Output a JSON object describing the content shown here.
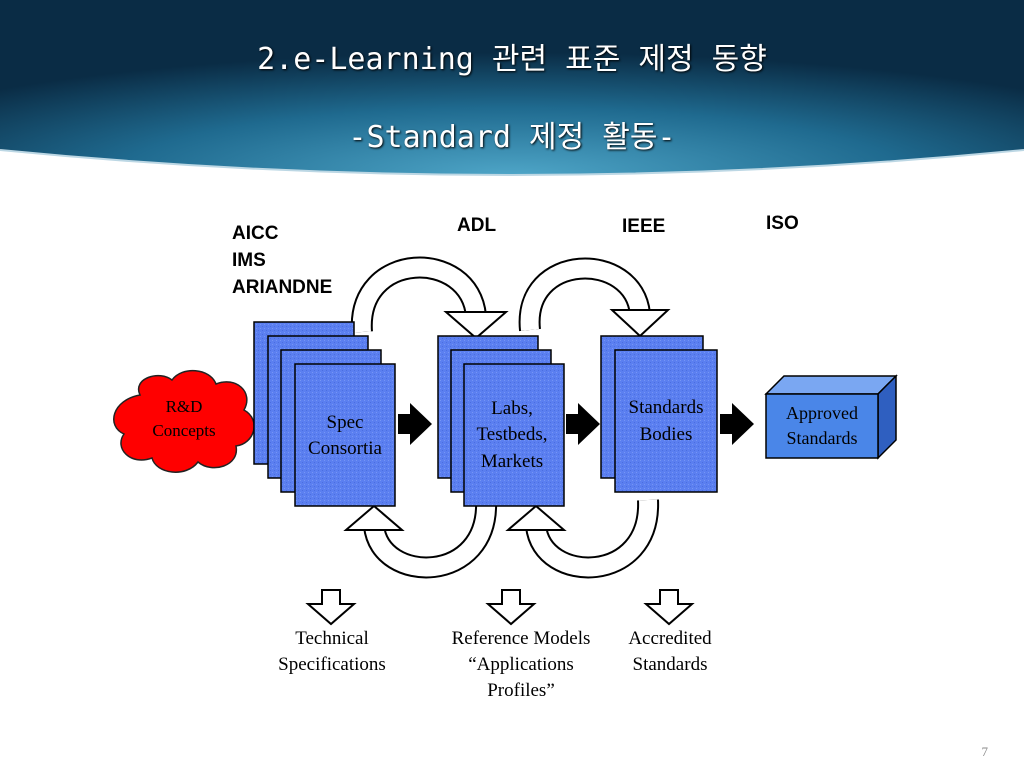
{
  "slide": {
    "title_line1": "2.e-Learning 관련 표준 제정 동향",
    "title_line2": "-Standard 제정 활동-",
    "page_number": "7"
  },
  "organizations": {
    "left_group": [
      "AICC",
      "IMS",
      "ARIANDNE"
    ],
    "adl": "ADL",
    "ieee": "IEEE",
    "iso": "ISO"
  },
  "diagram": {
    "cloud_label": [
      "R&D",
      "Concepts"
    ],
    "stack1_label": [
      "Spec",
      "Consortia"
    ],
    "stack2_label": [
      "Labs,",
      "Testbeds,",
      "Markets"
    ],
    "stack3_label": [
      "Standards",
      "Bodies"
    ],
    "box_label": [
      "Approved",
      "Standards"
    ]
  },
  "outputs": {
    "technical": [
      "Technical",
      "Specifications"
    ],
    "reference": [
      "Reference Models",
      "“Applications",
      "Profiles”"
    ],
    "accredited": [
      "Accredited",
      "Standards"
    ]
  },
  "colors": {
    "header_dark": "#0b3550",
    "header_light": "#2f7fa4",
    "card_blue": "#5b7ff0",
    "cloud_red": "#ff0000",
    "box_front": "#4a86e8",
    "box_side": "#2f5fc0"
  }
}
